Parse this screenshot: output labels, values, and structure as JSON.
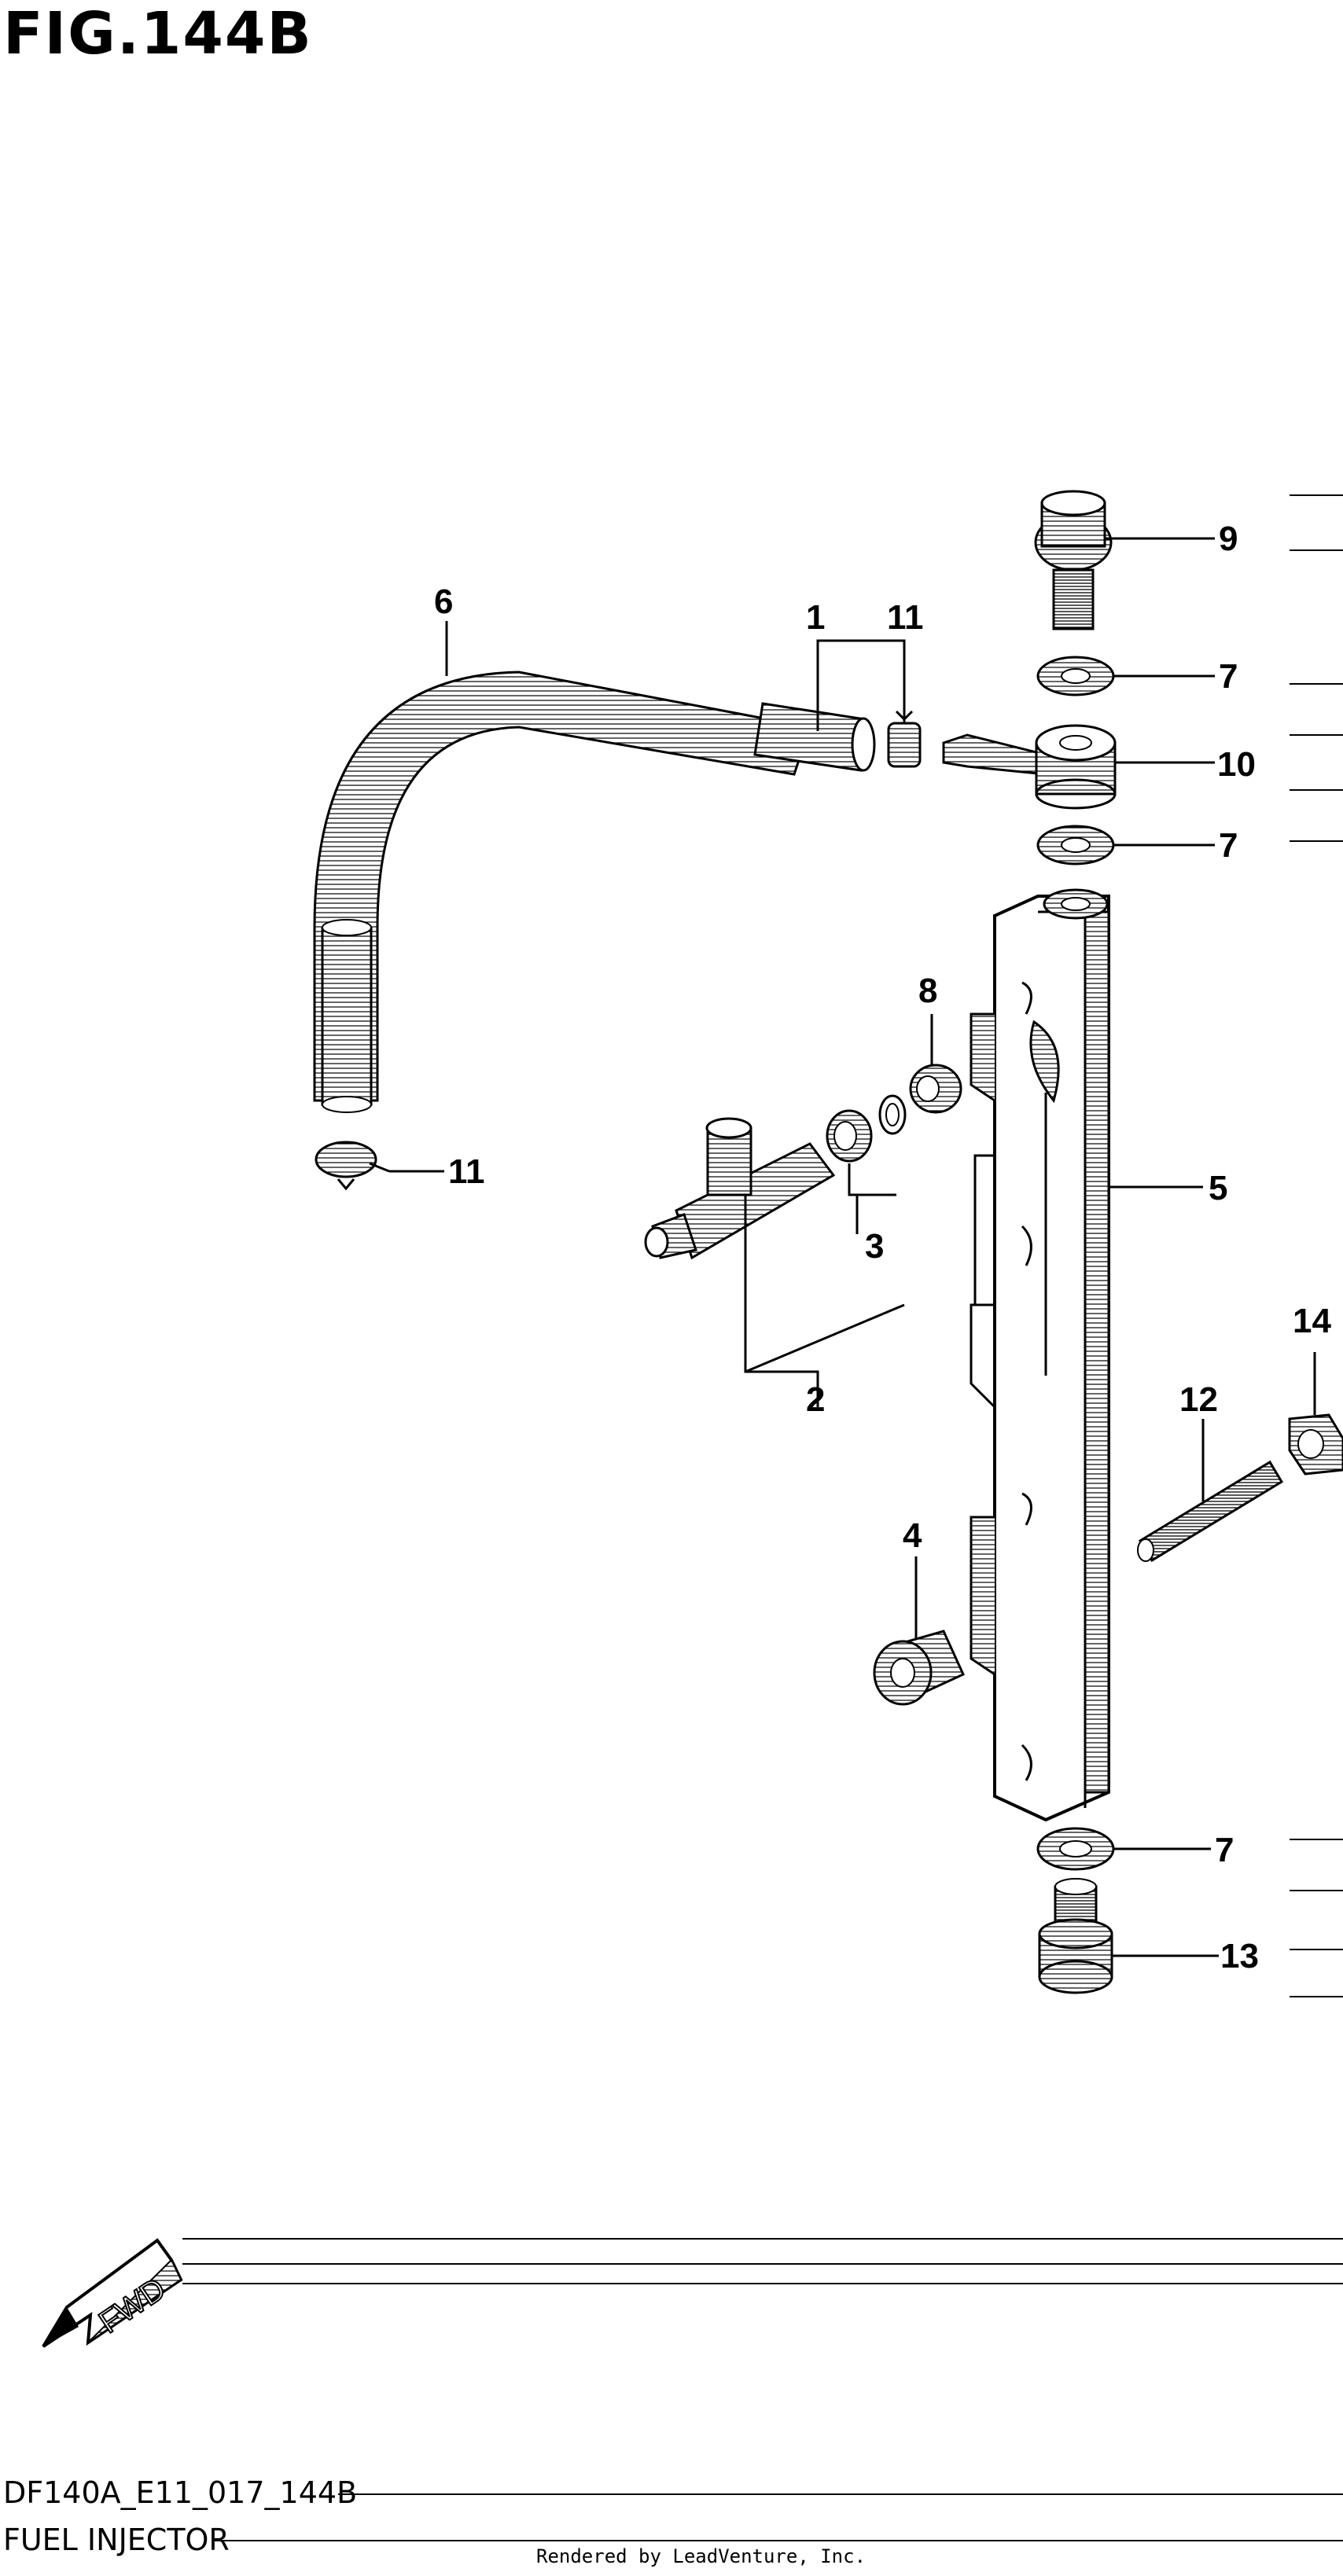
{
  "figure": {
    "title": "FIG.144B",
    "code": "DF140A_E11_017_144B",
    "name": "FUEL INJECTOR",
    "credit": "Rendered by LeadVenture, Inc.",
    "direction_label": "FWD"
  },
  "callouts": {
    "c1": "1",
    "c2": "2",
    "c3": "3",
    "c4": "4",
    "c5": "5",
    "c6": "6",
    "c7a": "7",
    "c7b": "7",
    "c7c": "7",
    "c8": "8",
    "c9": "9",
    "c10": "10",
    "c11a": "11",
    "c11b": "11",
    "c12": "12",
    "c13": "13",
    "c14": "14"
  }
}
